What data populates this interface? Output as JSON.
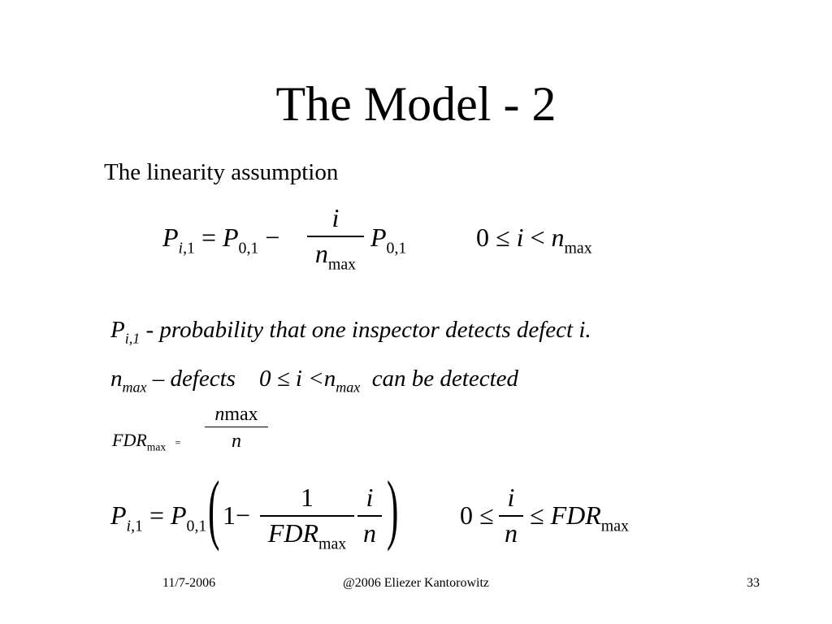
{
  "slide": {
    "title": "The Model - 2",
    "subtitle": "The linearity assumption"
  },
  "eq1": {
    "P": "P",
    "sub_i1": "i",
    "sub_1": ",1",
    "equals": " = ",
    "sub_01": "0,1",
    "minus": " − ",
    "frac_num": "i",
    "frac_den": "n",
    "frac_den_sub": "max",
    "cond_zero": "0",
    "cond_le": " ≤ ",
    "cond_i": "i",
    "cond_lt": " < ",
    "cond_n": "n",
    "cond_max": "max"
  },
  "line1": {
    "P": "P",
    "sub": "i,1",
    "text": "  - probability that one inspector detects defect i."
  },
  "line2": {
    "n": "n",
    "sub": "max",
    "dash": " – ",
    "defects": "defects",
    "cond": "0 ≤ i <",
    "n2": "n",
    "sub2": "max",
    "tail": "can be detected"
  },
  "eq3": {
    "FDR": "FDR",
    "sub": "max",
    "equals": "=",
    "num_n": "n",
    "num_max": "max",
    "den": "n"
  },
  "eq4": {
    "P": "P",
    "sub_i": "i",
    "sub_1": ",1",
    "equals": " = ",
    "sub_01": "0,1",
    "lparen": "(",
    "one": "1",
    "minus": "−",
    "f1_num": "1",
    "f1_den": "FDR",
    "f1_den_sub": "max",
    "f2_num": "i",
    "f2_den": "n",
    "rparen": ")",
    "cond_zero": "0",
    "cond_le": " ≤ ",
    "f3_num": "i",
    "f3_den": "n",
    "cond_le2": " ≤ ",
    "cond_FDR": "FDR",
    "cond_max": "max"
  },
  "footer": {
    "date": "11/7-2006",
    "author": "@2006 Eliezer Kantorowitz",
    "page": "33"
  }
}
